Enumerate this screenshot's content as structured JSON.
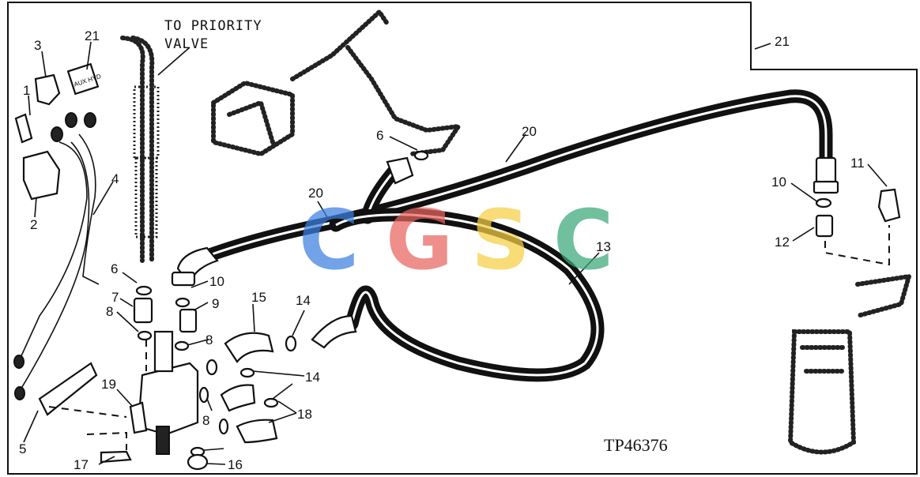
{
  "diagram": {
    "callouts": [
      "1",
      "2",
      "3",
      "4",
      "5",
      "6",
      "6",
      "7",
      "8",
      "8",
      "8",
      "9",
      "10",
      "10",
      "11",
      "12",
      "13",
      "14",
      "14",
      "15",
      "16",
      "17",
      "18",
      "19",
      "20",
      "20",
      "21",
      "21"
    ],
    "notes": {
      "to_priority_valve_line1": "TO PRIORITY",
      "to_priority_valve_line2": "VALVE"
    },
    "figure_code": "TP46376",
    "watermark": {
      "letters": [
        "C",
        "G",
        "S",
        "C"
      ],
      "colors": [
        "#3d7fe0",
        "#e8655f",
        "#f5cf45",
        "#3aa87a"
      ]
    },
    "decal_text": "AUX HYD"
  }
}
